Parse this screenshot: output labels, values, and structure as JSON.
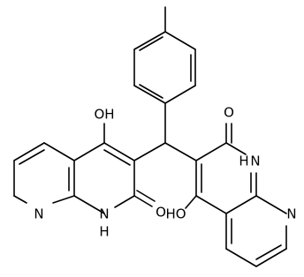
{
  "labels": {
    "oh_left": "OH",
    "o_left": "O",
    "n_left": "N",
    "nh_left": "H",
    "nh_left_n": "N",
    "o_right": "O",
    "nh_right": "H",
    "nh_right_n": "N",
    "oh_right": "HO",
    "n_right": "N"
  }
}
